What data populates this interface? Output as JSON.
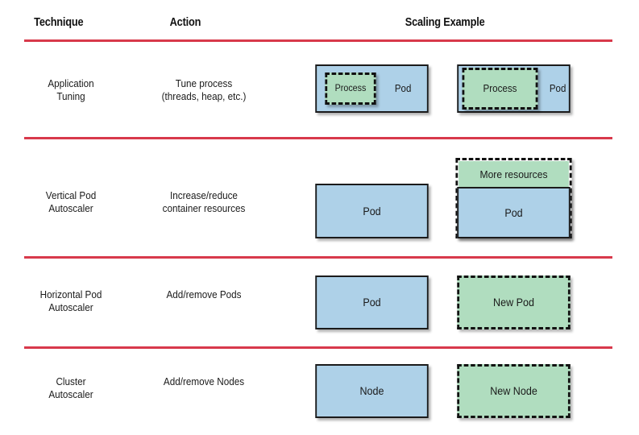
{
  "headers": {
    "technique": "Technique",
    "action": "Action",
    "scaling_example": "Scaling Example"
  },
  "colors": {
    "rule": "#d8394b",
    "pod_fill": "#aed1e8",
    "new_fill": "#b0ddbf",
    "outline": "#1b1b1b",
    "text": "#1a1a1a",
    "background": "#ffffff"
  },
  "rows": [
    {
      "technique": "Application\nTuning",
      "action": "Tune process\n(threads, heap, etc.)",
      "example": {
        "before": {
          "container": "Pod",
          "inner": "Process"
        },
        "after": {
          "container": "Pod",
          "inner": "Process"
        }
      }
    },
    {
      "technique": "Vertical Pod\nAutoscaler",
      "action": "Increase/reduce\ncontainer resources",
      "example": {
        "before": {
          "container": "Pod"
        },
        "after": {
          "container": "Pod",
          "addition": "More resources"
        }
      }
    },
    {
      "technique": "Horizontal Pod\nAutoscaler",
      "action": "Add/remove Pods",
      "example": {
        "before": {
          "container": "Pod"
        },
        "after": {
          "container": "New Pod"
        }
      }
    },
    {
      "technique": "Cluster\nAutoscaler",
      "action": "Add/remove Nodes",
      "example": {
        "before": {
          "container": "Node"
        },
        "after": {
          "container": "New Node"
        }
      }
    }
  ]
}
